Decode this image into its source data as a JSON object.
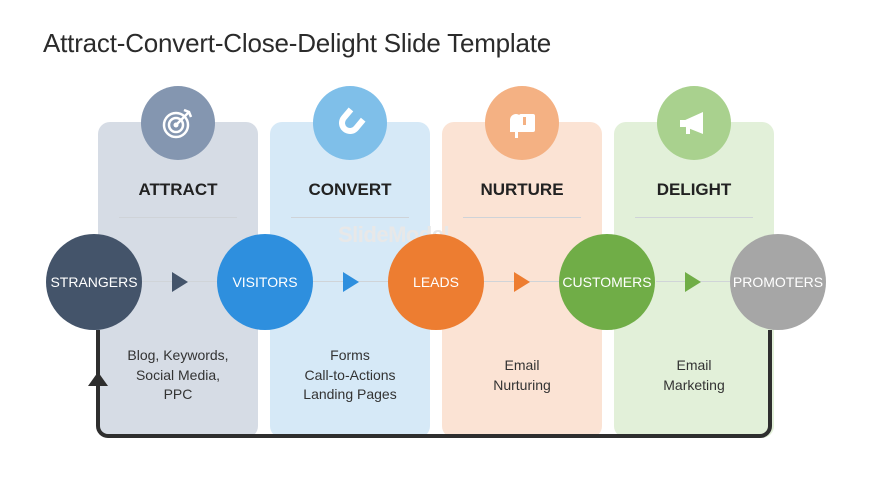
{
  "title": "Attract-Convert-Close-Delight Slide Template",
  "watermark": "SlideModel",
  "stages": [
    {
      "label": "ATTRACT",
      "icon": "target-icon",
      "panel_color": "#d6dce5",
      "icon_color": "#8496b0"
    },
    {
      "label": "CONVERT",
      "icon": "magnet-icon",
      "panel_color": "#d6e9f7",
      "icon_color": "#7fbfe9"
    },
    {
      "label": "NURTURE",
      "icon": "mailbox-icon",
      "panel_color": "#fbe3d4",
      "icon_color": "#f4b183"
    },
    {
      "label": "DELIGHT",
      "icon": "megaphone-icon",
      "panel_color": "#e2f0d9",
      "icon_color": "#a9d18e"
    }
  ],
  "nodes": [
    {
      "label": "STRANGERS",
      "color": "#44546a"
    },
    {
      "label": "VISITORS",
      "color": "#2e8fde"
    },
    {
      "label": "LEADS",
      "color": "#ed7d31"
    },
    {
      "label": "CUSTOMERS",
      "color": "#70ad47"
    },
    {
      "label": "PROMOTERS",
      "color": "#a6a6a6"
    }
  ],
  "arrows": [
    {
      "color": "#44546a"
    },
    {
      "color": "#2e8fde"
    },
    {
      "color": "#ed7d31"
    },
    {
      "color": "#70ad47"
    }
  ],
  "descriptions": [
    [
      "Blog, Keywords,",
      "Social Media,",
      "PPC"
    ],
    [
      "Forms",
      "Call-to-Actions",
      "Landing Pages"
    ],
    [
      "Email",
      "Nurturing"
    ],
    [
      "Email",
      "Marketing"
    ]
  ]
}
